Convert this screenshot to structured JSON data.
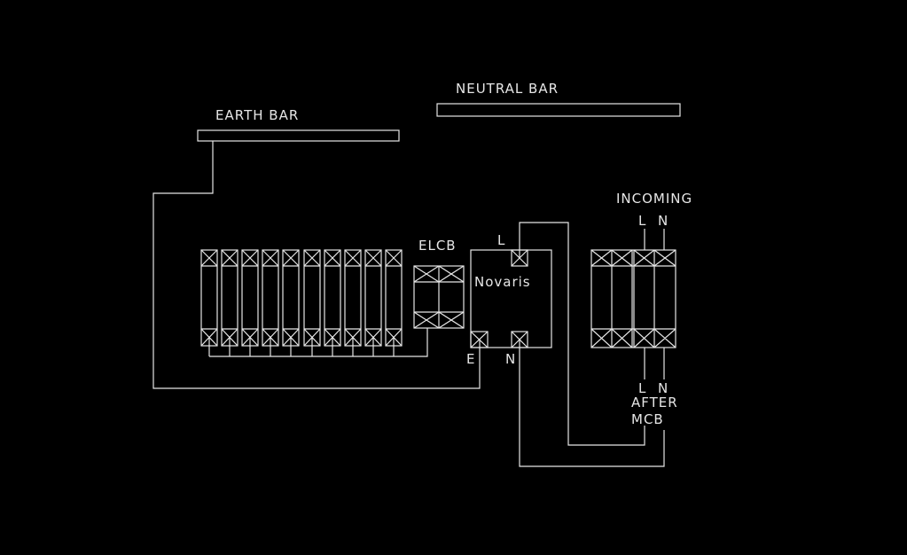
{
  "labels": {
    "earth_bar": "EARTH BAR",
    "neutral_bar": "NEUTRAL BAR",
    "elcb": "ELCB",
    "device": "Novaris",
    "device_l": "L",
    "device_e": "E",
    "device_n": "N",
    "incoming": "INCOMING",
    "incoming_l": "L",
    "incoming_n": "N",
    "after_l": "L",
    "after_n": "N",
    "after": "AFTER",
    "mcb": "MCB"
  },
  "breaker_count": 10,
  "colors": {
    "background": "#000000",
    "line": "#e6e6e6"
  }
}
